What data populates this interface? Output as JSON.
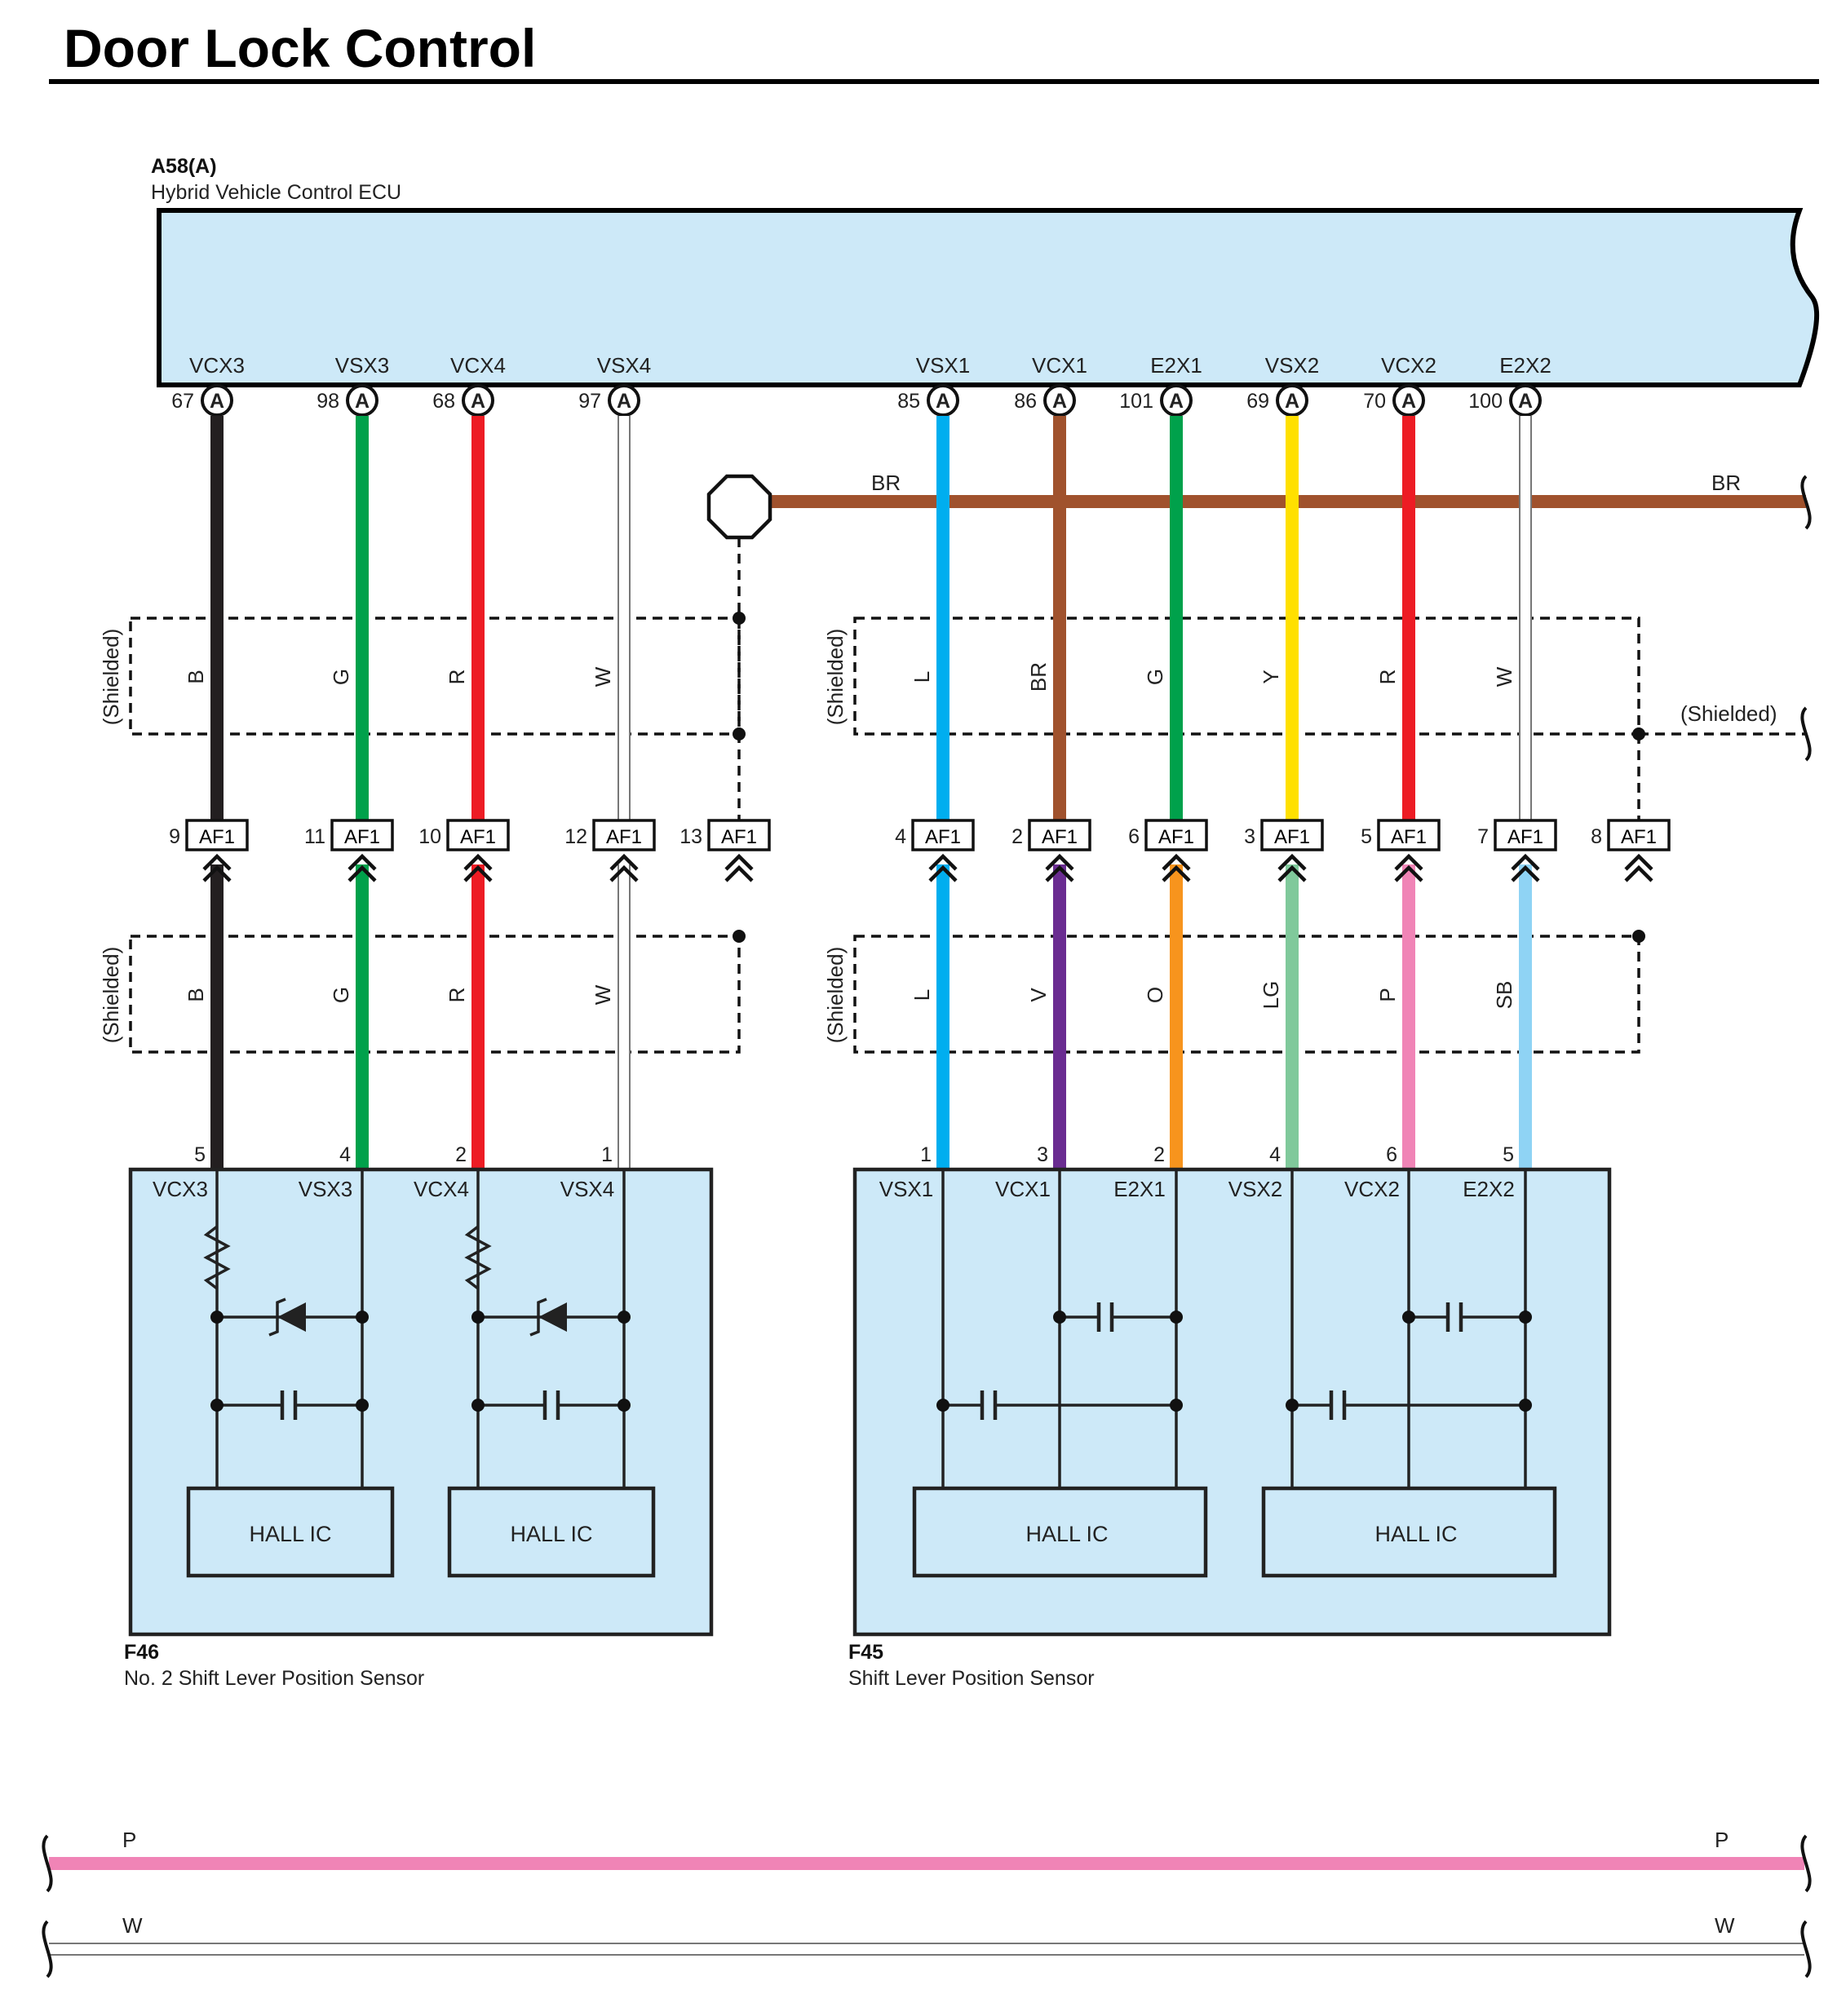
{
  "title": "Door Lock Control",
  "ecu": {
    "id": "A58(A)",
    "name": "Hybrid Vehicle Control ECU",
    "connector_letter": "A",
    "pins": [
      {
        "signal": "VCX3",
        "pin": "67"
      },
      {
        "signal": "VSX3",
        "pin": "98"
      },
      {
        "signal": "VCX4",
        "pin": "68"
      },
      {
        "signal": "VSX4",
        "pin": "97"
      },
      {
        "signal": "VSX1",
        "pin": "85"
      },
      {
        "signal": "VCX1",
        "pin": "86"
      },
      {
        "signal": "E2X1",
        "pin": "101"
      },
      {
        "signal": "VSX2",
        "pin": "69"
      },
      {
        "signal": "VCX2",
        "pin": "70"
      },
      {
        "signal": "E2X2",
        "pin": "100"
      }
    ]
  },
  "wires_upper": [
    {
      "code": "B",
      "color": "#231f20"
    },
    {
      "code": "G",
      "color": "#00a14b"
    },
    {
      "code": "R",
      "color": "#ed1c24"
    },
    {
      "code": "W",
      "color": "#ffffff"
    },
    {
      "code": "L",
      "color": "#00aeef"
    },
    {
      "code": "BR",
      "color": "#a0522d"
    },
    {
      "code": "G",
      "color": "#00a14b"
    },
    {
      "code": "Y",
      "color": "#ffe000"
    },
    {
      "code": "R",
      "color": "#ed1c24"
    },
    {
      "code": "W",
      "color": "#ffffff"
    }
  ],
  "wires_lower": [
    {
      "code": "B",
      "color": "#231f20"
    },
    {
      "code": "G",
      "color": "#00a14b"
    },
    {
      "code": "R",
      "color": "#ed1c24"
    },
    {
      "code": "W",
      "color": "#ffffff"
    },
    {
      "code": "L",
      "color": "#00aeef"
    },
    {
      "code": "V",
      "color": "#6a2c91"
    },
    {
      "code": "O",
      "color": "#f7941d"
    },
    {
      "code": "LG",
      "color": "#80c99b"
    },
    {
      "code": "P",
      "color": "#f084b6"
    },
    {
      "code": "SB",
      "color": "#8fd3f4"
    }
  ],
  "junction": {
    "name": "AF1",
    "pins": [
      "9",
      "11",
      "10",
      "12",
      "13",
      "4",
      "2",
      "6",
      "3",
      "5",
      "7",
      "8"
    ]
  },
  "ground_bus": {
    "code": "BR",
    "color": "#a0522d"
  },
  "shield_label": "(Shielded)",
  "sensor_left": {
    "id": "F46",
    "name": "No.  2 Shift Lever Position Sensor",
    "pins": [
      {
        "signal": "VCX3",
        "pin": "5"
      },
      {
        "signal": "VSX3",
        "pin": "4"
      },
      {
        "signal": "VCX4",
        "pin": "2"
      },
      {
        "signal": "VSX4",
        "pin": "1"
      }
    ],
    "ic_labels": [
      "HALL IC",
      "HALL IC"
    ]
  },
  "sensor_right": {
    "id": "F45",
    "name": "Shift Lever Position Sensor",
    "pins": [
      {
        "signal": "VSX1",
        "pin": "1"
      },
      {
        "signal": "VCX1",
        "pin": "3"
      },
      {
        "signal": "E2X1",
        "pin": "2"
      },
      {
        "signal": "VSX2",
        "pin": "4"
      },
      {
        "signal": "VCX2",
        "pin": "6"
      },
      {
        "signal": "E2X2",
        "pin": "5"
      }
    ],
    "ic_labels": [
      "HALL IC",
      "HALL IC"
    ]
  },
  "bottom_wires": [
    {
      "code": "P",
      "color": "#f084b6"
    },
    {
      "code": "W",
      "color": "#ffffff"
    }
  ]
}
